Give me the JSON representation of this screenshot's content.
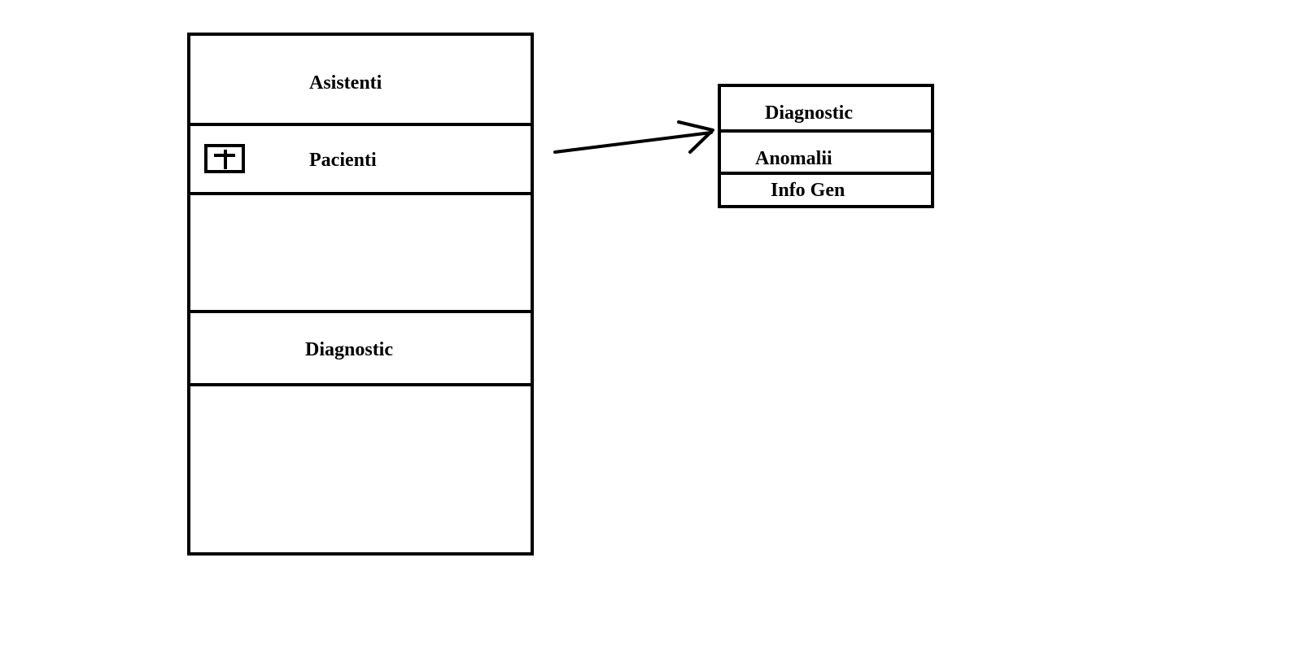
{
  "main_panel": {
    "sections": {
      "asistenti": "Asistenti",
      "pacienti": "Pacienti",
      "diagnostic": "Diagnostic"
    },
    "add_icon": "plus-icon"
  },
  "dropdown": {
    "items": [
      "Diagnostic",
      "Anomalii",
      "Info Gen"
    ]
  },
  "connector_icon": "arrow-right-icon"
}
